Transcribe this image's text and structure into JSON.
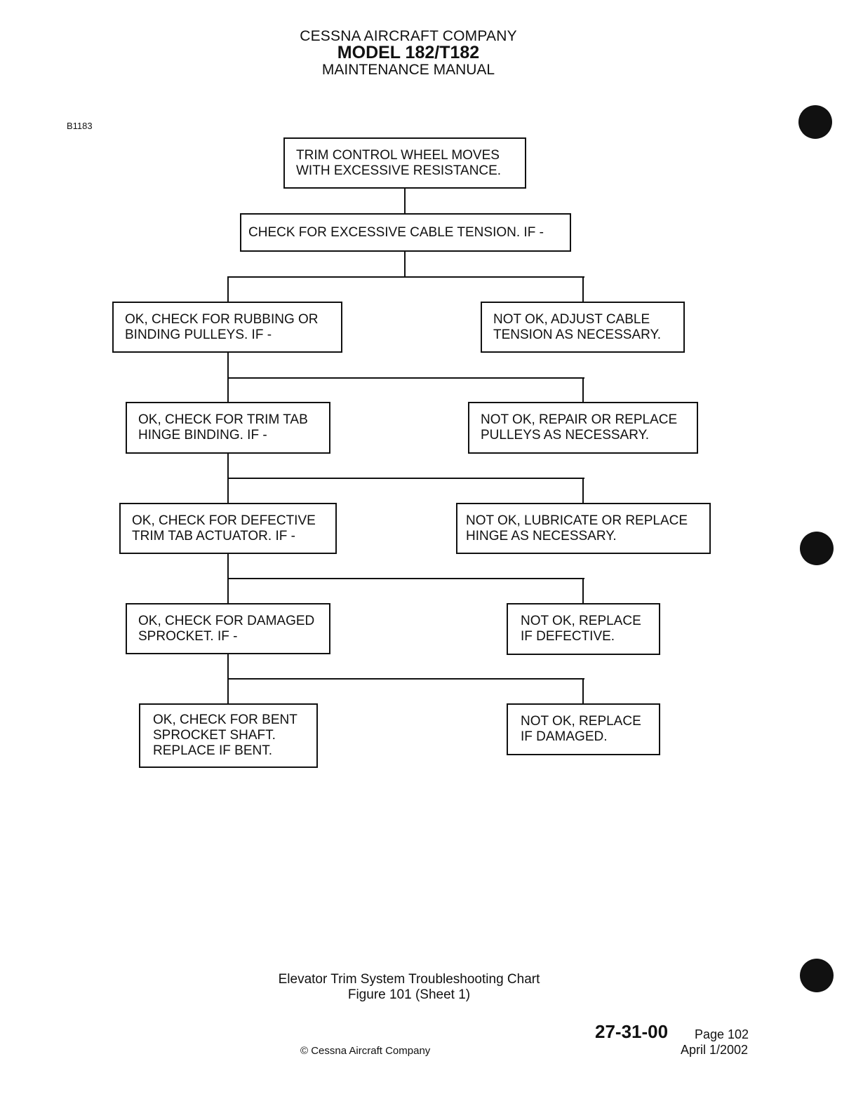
{
  "header": {
    "company": "CESSNA AIRCRAFT COMPANY",
    "model": "MODEL 182/T182",
    "manual": "MAINTENANCE MANUAL"
  },
  "figure_id": "B1183",
  "flowchart": {
    "start": "TRIM CONTROL WHEEL MOVES\nWITH EXCESSIVE RESISTANCE.",
    "check": "CHECK FOR EXCESSIVE CABLE TENSION.  IF -",
    "ok_steps": [
      "OK, CHECK FOR RUBBING OR\nBINDING PULLEYS.  IF -",
      "OK, CHECK FOR TRIM TAB\nHINGE BINDING.  IF -",
      "OK, CHECK FOR DEFECTIVE\nTRIM TAB ACTUATOR.  IF -",
      "OK, CHECK FOR DAMAGED\nSPROCKET.  IF -",
      "OK, CHECK FOR BENT\nSPROCKET SHAFT.\nREPLACE IF BENT."
    ],
    "not_ok_steps": [
      "NOT OK, ADJUST CABLE\nTENSION AS NECESSARY.",
      "NOT OK, REPAIR OR REPLACE\nPULLEYS AS NECESSARY.",
      "NOT OK, LUBRICATE OR REPLACE\nHINGE AS NECESSARY.",
      "NOT OK, REPLACE\nIF DEFECTIVE.",
      "NOT OK, REPLACE\nIF DAMAGED."
    ]
  },
  "caption": {
    "title": "Elevator Trim System Troubleshooting Chart",
    "figure": "Figure 101 (Sheet 1)"
  },
  "footer": {
    "section": "27-31-00",
    "page": "Page 102",
    "date": "April 1/2002",
    "copyright": "© Cessna Aircraft Company"
  }
}
